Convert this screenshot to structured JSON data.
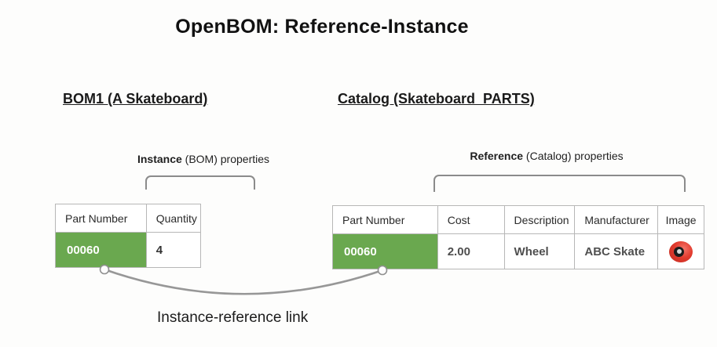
{
  "title": "OpenBOM: Reference-Instance",
  "left": {
    "heading": "BOM1 (A Skateboard)",
    "label_bold": "Instance",
    "label_rest": " (BOM) properties",
    "table": {
      "headers": [
        "Part Number",
        "Quantity"
      ],
      "row": {
        "part_number": "00060",
        "quantity": "4"
      }
    }
  },
  "right": {
    "heading": "Catalog (Skateboard  PARTS)",
    "label_bold": "Reference",
    "label_rest": " (Catalog) properties",
    "table": {
      "headers": [
        "Part Number",
        "Cost",
        "Description",
        "Manufacturer",
        "Image"
      ],
      "row": {
        "part_number": "00060",
        "cost": "2.00",
        "description": "Wheel",
        "manufacturer": "ABC Skate",
        "image_icon": "skateboard-wheel-icon"
      }
    }
  },
  "connector": {
    "label": "Instance-reference link"
  },
  "colors": {
    "highlight_green": "#6aa84f",
    "table_border": "#b7b7b7",
    "connector_gray": "#979797",
    "wheel_red": "#e23b2e"
  }
}
